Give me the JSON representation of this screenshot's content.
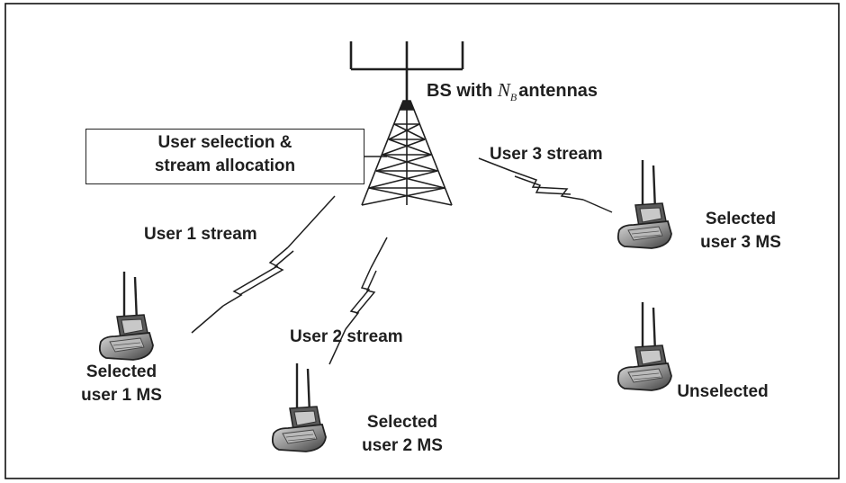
{
  "base_station": {
    "label_prefix": "BS with ",
    "antenna_symbol": "N",
    "antenna_subscript": "B",
    "label_suffix": "antennas"
  },
  "scheduler": {
    "line1": "User selection &",
    "line2": "stream allocation"
  },
  "streams": {
    "user1": "User 1 stream",
    "user2": "User 2 stream",
    "user3": "User 3 stream"
  },
  "terminals": {
    "user1": {
      "line1": "Selected",
      "line2": "user 1 MS"
    },
    "user2": {
      "line1": "Selected",
      "line2": "user 2 MS"
    },
    "user3": {
      "line1": "Selected",
      "line2": "user 3 MS"
    },
    "unselected": {
      "line1": "Unselected"
    }
  },
  "colors": {
    "ink": "#1f1f1f",
    "phone_fill": "#8a8a8a",
    "phone_dark": "#3a3a3a"
  }
}
